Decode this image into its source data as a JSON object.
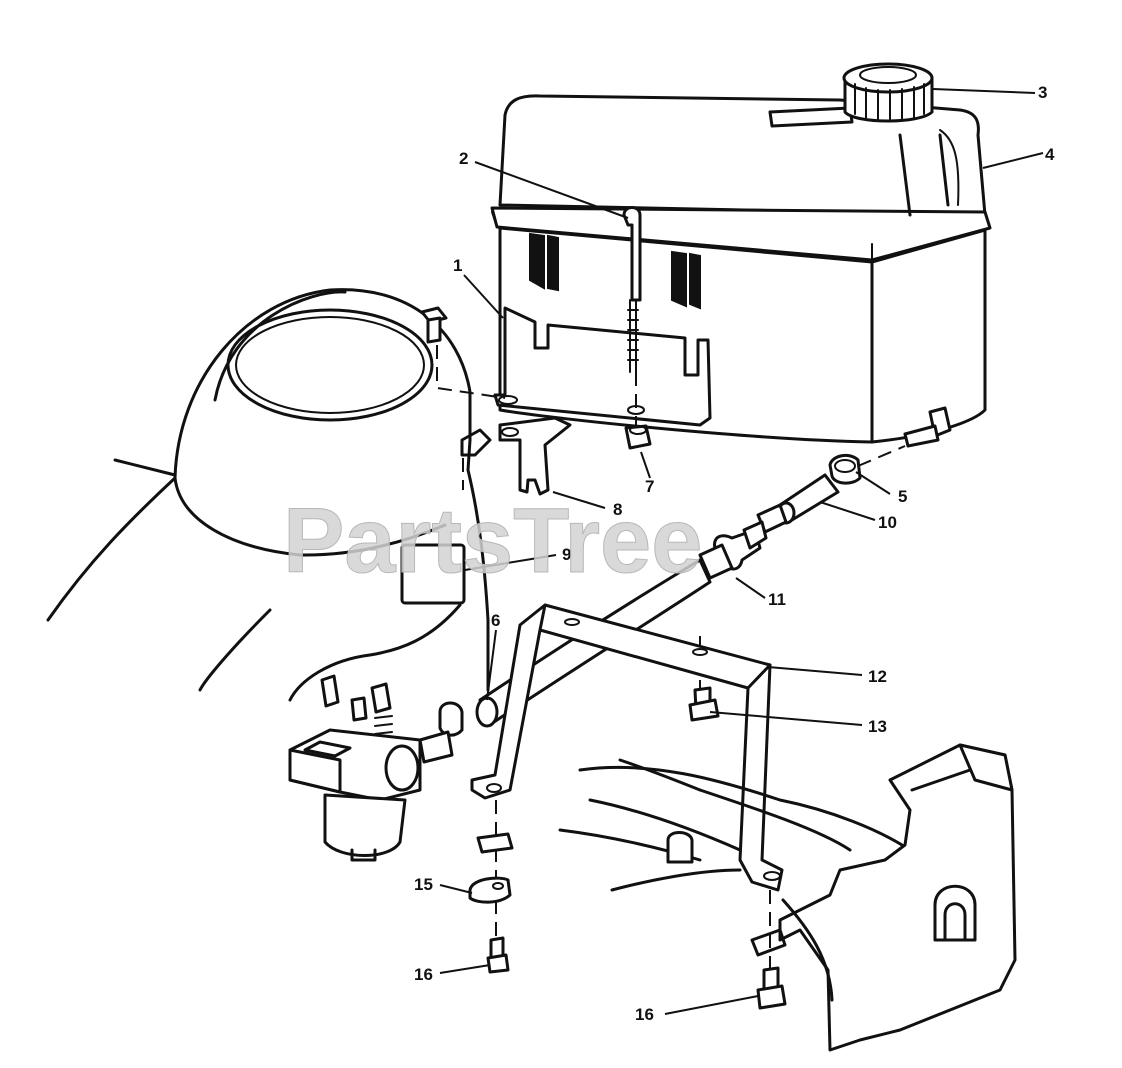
{
  "watermark": "PartsTree",
  "callouts": [
    "1",
    "2",
    "3",
    "4",
    "5",
    "6",
    "7",
    "8",
    "9",
    "10",
    "11",
    "12",
    "13",
    "15",
    "16",
    "16"
  ]
}
